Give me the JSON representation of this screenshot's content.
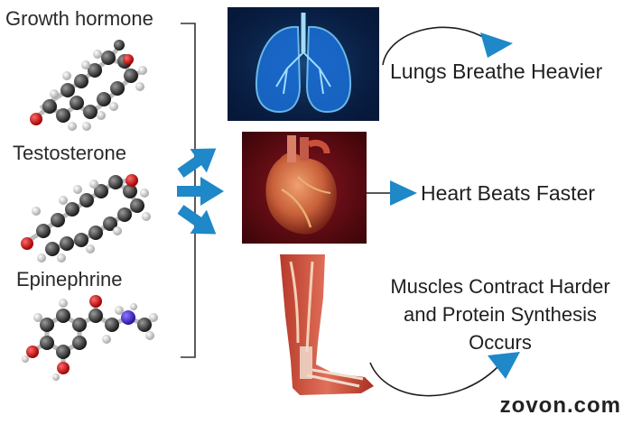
{
  "hormones": {
    "growth_hormone": "Growth hormone",
    "testosterone": "Testosterone",
    "epinephrine": "Epinephrine"
  },
  "effects": {
    "lungs": "Lungs Breathe Heavier",
    "heart": "Heart Beats Faster",
    "muscles_line1": "Muscles Contract Harder",
    "muscles_line2": "and Protein Synthesis",
    "muscles_line3": "Occurs"
  },
  "watermark": "zovon.com",
  "colors": {
    "arrow_blue": "#1e88c8",
    "lungs_bg": "#0a1a3a",
    "heart_bg": "#5a0a10"
  }
}
